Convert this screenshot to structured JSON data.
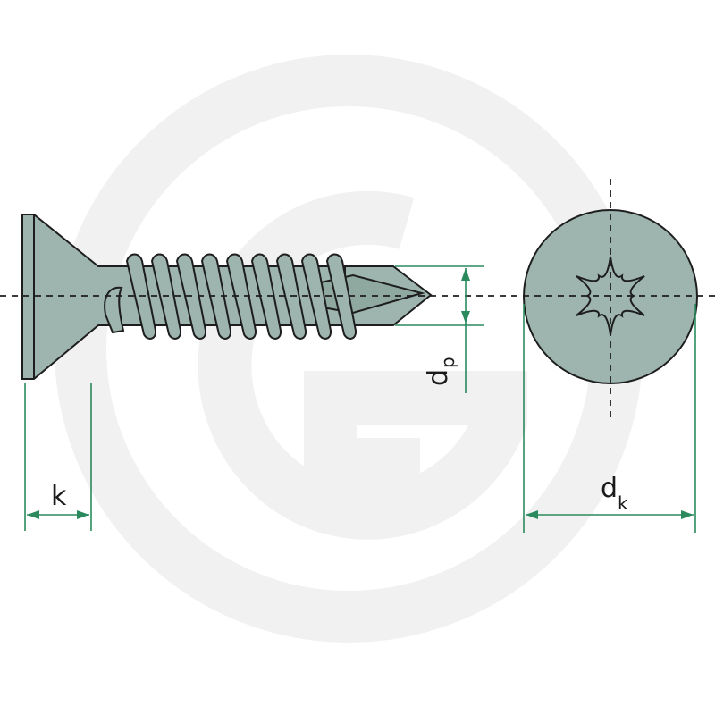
{
  "colors": {
    "metal": "#9db5ae",
    "metal_dark": "#7f9c94",
    "outline": "#1e1e1e",
    "dimension": "#2a8a5e",
    "watermark": "#f1f1f1"
  },
  "dimensions": {
    "head_height": {
      "label": "k"
    },
    "point_diameter": {
      "label": "d",
      "subscript": "p"
    },
    "head_diameter": {
      "label": "d",
      "subscript": "k"
    }
  },
  "drive": {
    "type": "torx",
    "icon": "torx-drive-icon"
  },
  "watermark": {
    "icon": "brand-g-watermark-icon"
  }
}
